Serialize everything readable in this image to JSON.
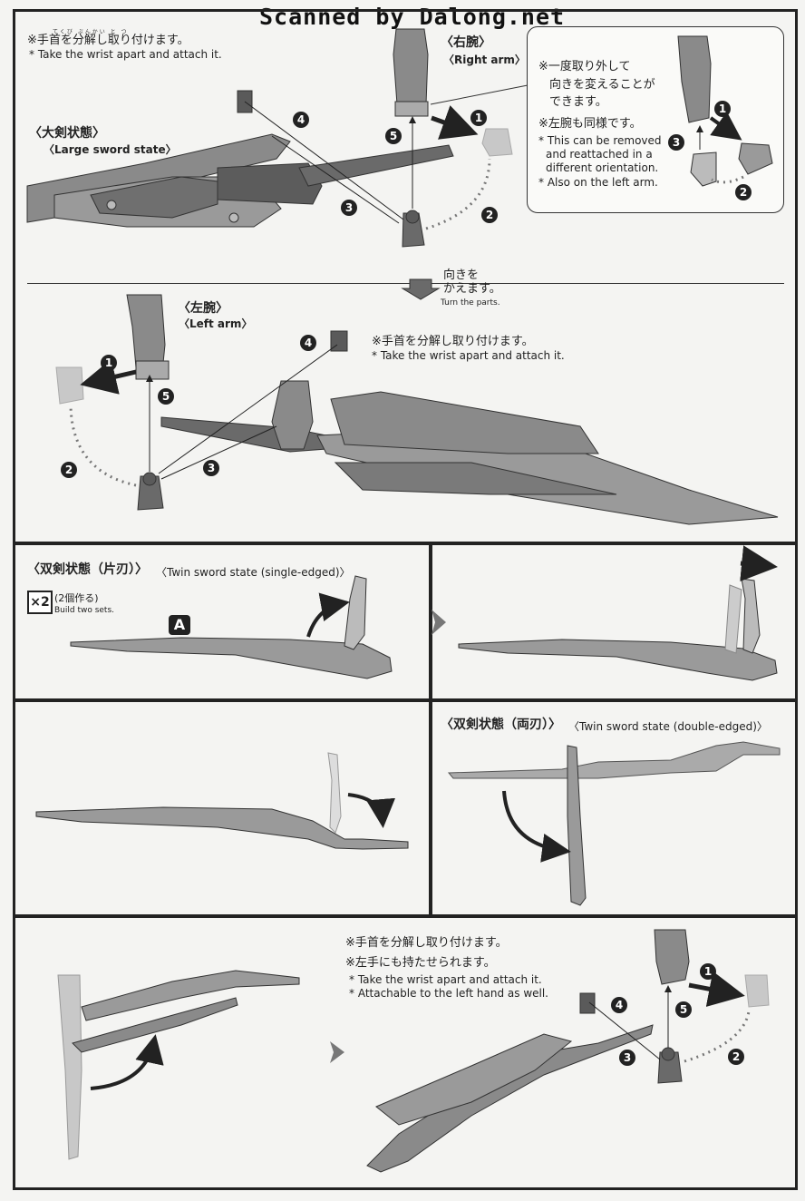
{
  "watermark": "Scanned by Dalong.net",
  "section1": {
    "note_jp": "※手首を分解し取り付けます。",
    "note_en": "* Take the wrist apart and attach it.",
    "state_jp": "〈大剣状態〉",
    "state_en": "〈Large sword state〉",
    "right_arm_jp": "〈右腕〉",
    "right_arm_en": "〈Right arm〉",
    "callout": {
      "line1_jp": "※一度取り外して",
      "line2_jp": "向きを変えることが",
      "line3_jp": "できます。",
      "line4_jp": "※左腕も同様です。",
      "line1_en": "* This can be removed",
      "line2_en": "and reattached in a",
      "line3_en": "different orientation.",
      "line4_en": "* Also on the left arm."
    },
    "turn_jp1": "向きを",
    "turn_jp2": "かえます。",
    "turn_en": "Turn the parts.",
    "left_arm_jp": "〈左腕〉",
    "left_arm_en": "〈Left arm〉",
    "note2_jp": "※手首を分解し取り付けます。",
    "note2_en": "* Take the wrist apart and attach it."
  },
  "section2": {
    "title_jp": "〈双剣状態（片刃）〉",
    "title_en": "〈Twin sword state (single-edged)〉",
    "x2": "×2",
    "build_jp": "(2個作る)",
    "build_en": "Build two sets.",
    "badge": "A"
  },
  "section3": {
    "title_jp": "〈双剣状態（両刃）〉",
    "title_en": "〈Twin sword state (double-edged)〉"
  },
  "section4": {
    "note1_jp": "※手首を分解し取り付けます。",
    "note2_jp": "※左手にも持たせられます。",
    "note1_en": "* Take the wrist apart and attach it.",
    "note2_en": "* Attachable to the left hand as well."
  },
  "steps": [
    "1",
    "2",
    "3",
    "4",
    "5"
  ],
  "colors": {
    "ink": "#222222",
    "part": "#8a8a8a",
    "part_dark": "#5a5a5a",
    "part_light": "#c8c8c8",
    "paper": "#f4f4f2"
  }
}
